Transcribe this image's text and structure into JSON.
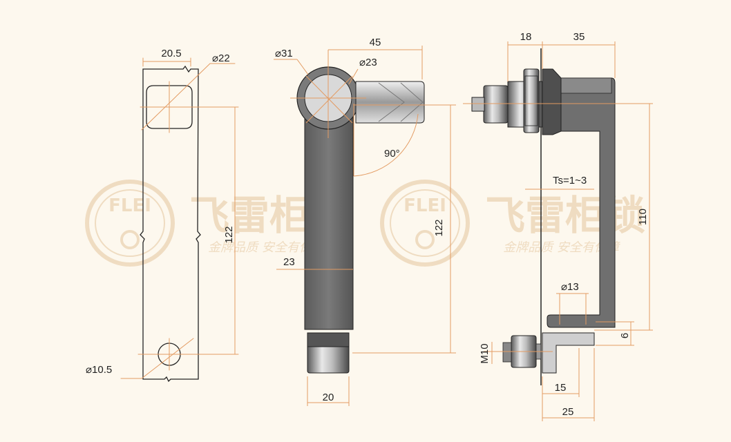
{
  "colors": {
    "background": "#fdf8ee",
    "dimension_line": "#e39b62",
    "outline": "#222222",
    "part_fill": "#6f6f6f",
    "watermark": "#eed9bd"
  },
  "watermark": {
    "logo_text": "FLEI",
    "brand": "飞雷柜锁",
    "slogan": "金牌品质  安全有保障"
  },
  "left_view": {
    "width": "20.5",
    "big_hole": "⌀22",
    "length": "122",
    "small_hole": "⌀10.5"
  },
  "middle_view": {
    "outer_diameter": "⌀31",
    "inner_diameter": "⌀23",
    "cam_length": "45",
    "angle": "90°",
    "handle_width": "23",
    "length": "122",
    "cylinder_width": "20"
  },
  "right_view": {
    "nut_width": "18",
    "handle_depth": "35",
    "thickness": "Ts=1~3",
    "height": "110",
    "hole_diameter": "⌀13",
    "thread": "M10",
    "plate_thickness": "6",
    "offset": "15",
    "base": "25"
  }
}
